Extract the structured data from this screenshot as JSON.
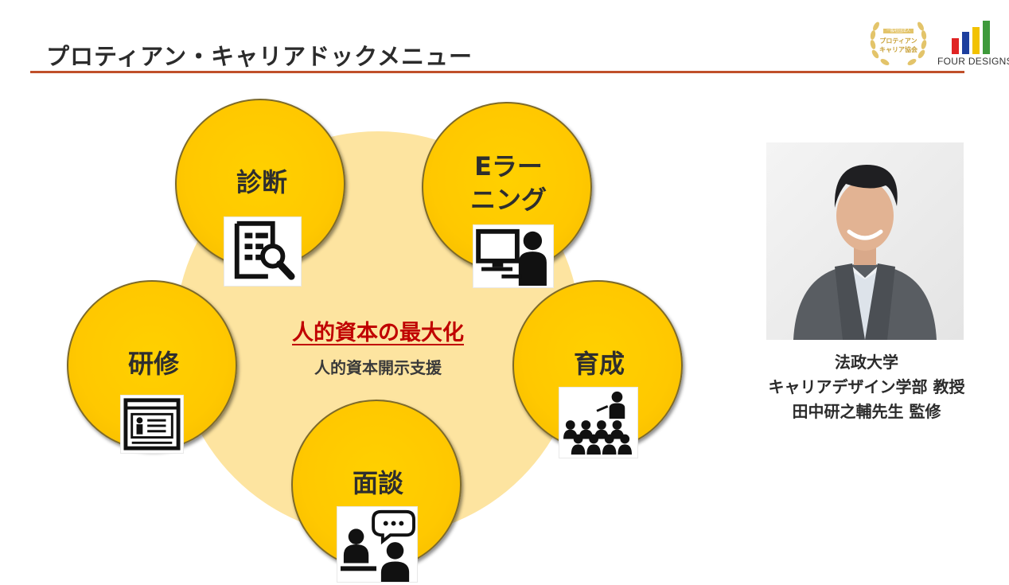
{
  "header": {
    "title": "プロティアン・キャリアドックメニュー",
    "rule_color": "#c0502a"
  },
  "logos": {
    "seal_lines": [
      "一般社団法人",
      "プロティアン",
      "キャリア協会"
    ],
    "brand_name": "FOUR DESIGNS",
    "bar_colors": [
      "#e02424",
      "#1d3f9e",
      "#f2c200",
      "#3e9a3b"
    ]
  },
  "diagram": {
    "center_title": "人的資本の最大化",
    "center_subtitle": "人的資本開示支援",
    "background_circle_color": "#fde4a0",
    "node_color": "#ffc800",
    "nodes": [
      {
        "label": "診断",
        "icon": "document-search-icon"
      },
      {
        "label_line1": "Eラー",
        "label_line2": "ニング",
        "icon": "computer-user-icon"
      },
      {
        "label": "育成",
        "icon": "presenter-audience-icon"
      },
      {
        "label": "面談",
        "icon": "conversation-icon"
      },
      {
        "label": "研修",
        "icon": "presentation-screen-icon"
      }
    ]
  },
  "supervisor": {
    "portrait_icon": "supervisor-portrait",
    "line1": "法政大学",
    "line2": "キャリアデザイン学部 教授",
    "line3": "田中研之輔先生 監修"
  }
}
